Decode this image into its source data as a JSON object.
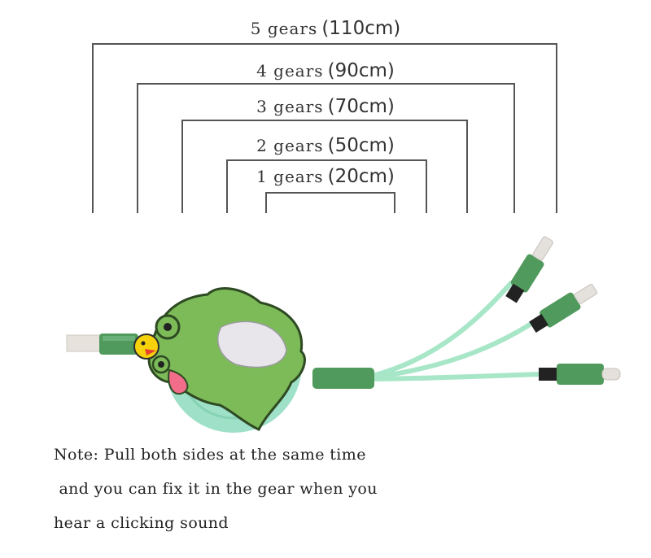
{
  "gears": [
    {
      "name": "5 gears",
      "length": "(110cm)"
    },
    {
      "name": "4 gears",
      "length": "(90cm)"
    },
    {
      "name": "3 gears",
      "length": "(70cm)"
    },
    {
      "name": "2 gears",
      "length": "(50cm)"
    },
    {
      "name": "1 gears",
      "length": "(20cm)"
    }
  ],
  "note": {
    "line1": "Note: Pull both sides at the same time",
    "line2": " and you can fix it in the gear when you",
    "line3": "hear a clicking sound"
  },
  "colors": {
    "cable": "#a8e6c8",
    "connector": "#4f9a5c",
    "crocodile": "#7dbb59",
    "reel": "#9fe0c8"
  }
}
